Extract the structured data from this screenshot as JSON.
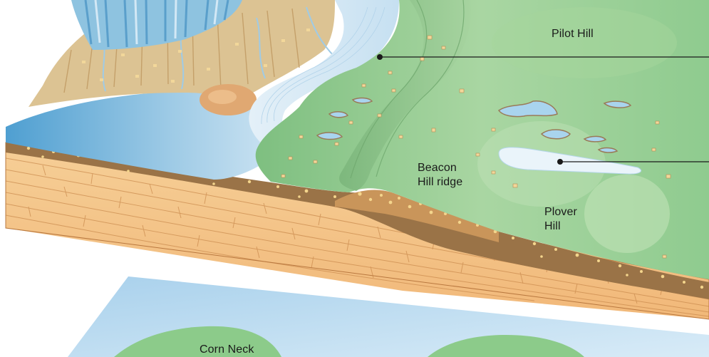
{
  "labels": {
    "pilot_hill": "Pilot Hill",
    "beacon_hill_ridge": "Beacon\nHill ridge",
    "plover_hill": "Plover\nHill",
    "corn_neck": "Corn Neck"
  },
  "colors": {
    "ice": "#8ec3e0",
    "glacier_meltwater": "#bfdcef",
    "outwash_plain": "#dcc393",
    "moraine_green": "#8fc98f",
    "light_green": "#b7ddb0",
    "bedrock_orange": "#f3c48a",
    "till_brown": "#8c6a46",
    "boulder": "#f2d79a",
    "water_blue": "#4f9fd1"
  }
}
